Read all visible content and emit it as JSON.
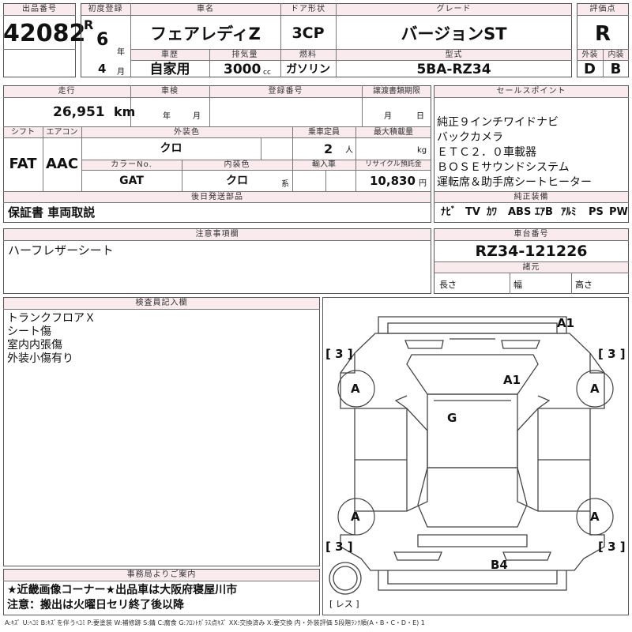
{
  "header": {
    "lot_no_label": "出品番号",
    "lot_no": "42082",
    "first_reg_label": "初度登録",
    "era": "R",
    "year": "6",
    "year_unit": "年",
    "month": "4",
    "month_unit": "月",
    "car_name_label": "車名",
    "car_name": "フェアレディZ",
    "door_label": "ドア形状",
    "door": "3CP",
    "grade_label": "グレード",
    "grade": "バージョンST",
    "score_label": "評価点",
    "score": "R",
    "history_label": "車歴",
    "history": "自家用",
    "displacement_label": "排気量",
    "displacement": "3000",
    "displacement_unit": "cc",
    "fuel_label": "燃料",
    "fuel": "ガソリン",
    "model_label": "型式",
    "model": "5BA-RZ34",
    "exterior_label": "外装",
    "exterior": "D",
    "interior_label": "内装",
    "interior": "B"
  },
  "row2": {
    "mileage_label": "走行",
    "mileage": "26,951",
    "mileage_unit": "km",
    "inspection_label": "車検",
    "inspection_year": "年",
    "inspection_month": "月",
    "reg_no_label": "登録番号",
    "deadline_label": "譲渡書類期限",
    "deadline_month": "月",
    "deadline_day": "日",
    "shift_label": "シフト",
    "shift": "FAT",
    "ac_label": "エアコン",
    "ac": "AAC",
    "ext_color_label": "外装色",
    "ext_color": "クロ",
    "capacity_label": "乗車定員",
    "capacity": "2",
    "capacity_unit": "人",
    "max_load_label": "最大積載量",
    "max_load_unit": "kg",
    "color_no_label": "カラーNo.",
    "color_no": "GAT",
    "int_color_label": "内装色",
    "int_color": "クロ",
    "int_color_suffix": "系",
    "import_label": "輸入車",
    "recycle_label": "リサイクル預託金",
    "recycle": "10,830",
    "recycle_unit": "円",
    "later_label": "後日発送部品",
    "later": "保証書 車両取説"
  },
  "sales_point": {
    "label": "セールスポイント",
    "lines": [
      "純正９インチワイドナビ",
      "バックカメラ",
      "ＥＴＣ２．０車載器",
      "ＢＯＳＥサウンドシステム",
      "運転席＆助手席シートヒーター"
    ]
  },
  "equipment": {
    "label": "純正装備",
    "items": [
      "ﾅﾋﾞ",
      "TV",
      "ｶﾜ",
      "ABS",
      "ｴｱB",
      "ｱﾙﾐ",
      "PS",
      "PW"
    ]
  },
  "caution": {
    "label": "注意事項欄",
    "text": "ハーフレザーシート"
  },
  "chassis": {
    "label": "車台番号",
    "value": "RZ34-121226",
    "dims_label": "諸元",
    "length_label": "長さ",
    "width_label": "幅",
    "height_label": "高さ"
  },
  "inspector": {
    "label": "検査員記入欄",
    "lines": [
      "トランクフロアＸ",
      "シート傷",
      "室内内張傷",
      "外装小傷有り"
    ]
  },
  "diagram": {
    "marks": {
      "a1_top": "A1",
      "a1_center": "A1",
      "g_center": "G",
      "b4_bottom": "B4",
      "wheel_fl": "A",
      "wheel_fr": "A",
      "wheel_rl": "A",
      "wheel_rr": "A",
      "tread_tl": "[ 3 ]",
      "tread_tr": "[ 3 ]",
      "tread_bl": "[ 3 ]",
      "tread_br": "[ 3 ]",
      "spare": "[ レス ]"
    }
  },
  "notice": {
    "label": "事務局よりご案内",
    "line1": "★近畿画像コーナー★出品車は大阪府寝屋川市",
    "line2": "注意：搬出は火曜日セリ終了後以降"
  },
  "legend": "A:ｷｽﾞ U:ﾍｺﾐ B:ｷｽﾞを伴うﾍｺﾐ P:要塗装 W:補修跡 S:錆 C:腐食 G:ﾌﾛﾝﾄｶﾞﾗｽ点ｷｽﾞ XX:交換済み X:要交換 内・外装評価 5段階ﾗﾝｸ順(A・B・C・D・E) 1",
  "colors": {
    "label_bg": "#f9eaee",
    "line": "#555555",
    "text": "#111111"
  }
}
